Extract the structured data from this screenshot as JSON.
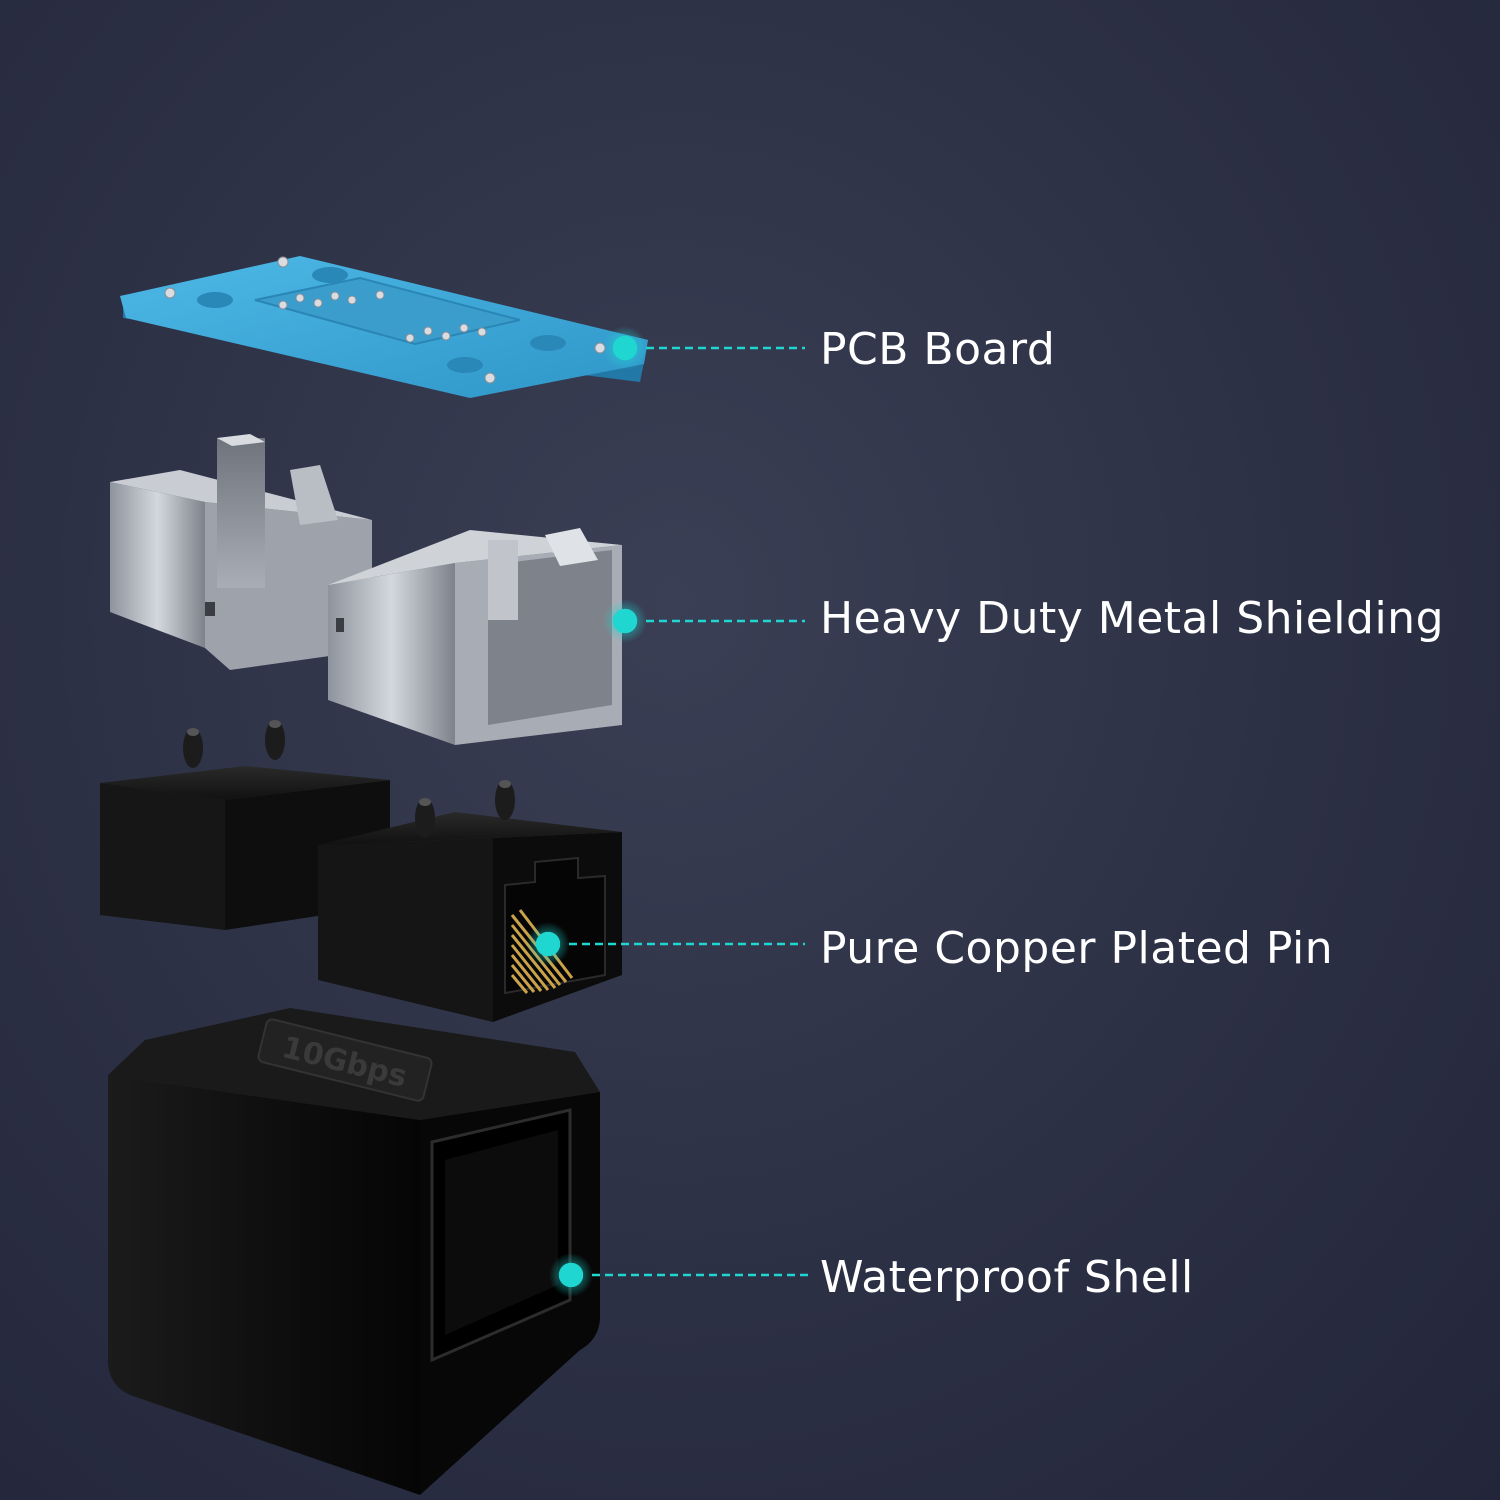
{
  "colors": {
    "background": "#2c3044",
    "accent_teal": "#1fd6d0",
    "pcb_blue": "#3fa9d8",
    "metal": "#b7bcc4",
    "plastic_black": "#141414"
  },
  "labels": {
    "pcb": "PCB Board",
    "shield": "Heavy Duty Metal Shielding",
    "pin": "Pure Copper Plated Pin",
    "shell": "Waterproof Shell"
  },
  "shell_emboss": "10Gbps"
}
